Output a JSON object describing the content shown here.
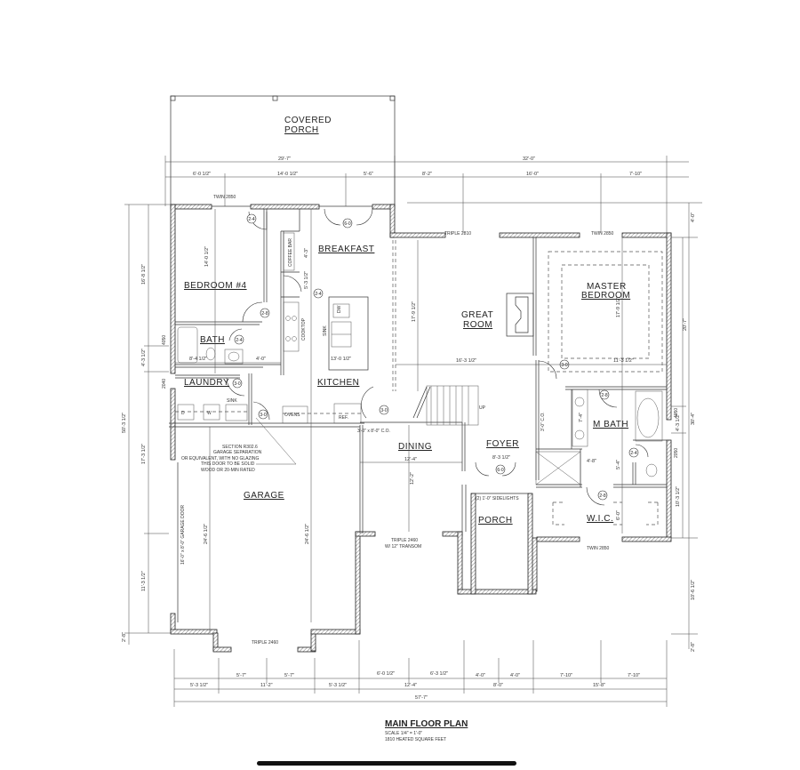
{
  "plan": {
    "title": "MAIN FLOOR PLAN",
    "scale": "SCALE 1/4\" = 1'-0\"",
    "area": "1810 HEATED SQUARE FEET"
  },
  "rooms": {
    "covered_porch_1": "COVERED",
    "covered_porch_2": "PORCH",
    "breakfast": "BREAKFAST",
    "bedroom4": "BEDROOM #4",
    "bath": "BATH",
    "laundry": "LAUNDRY",
    "kitchen": "KITCHEN",
    "great_room_1": "GREAT",
    "great_room_2": "ROOM",
    "master_1": "MASTER",
    "master_2": "BEDROOM",
    "m_bath": "M BATH",
    "dining": "DINING",
    "foyer": "FOYER",
    "porch": "PORCH",
    "wic": "W.I.C.",
    "garage": "GARAGE"
  },
  "fixtures": {
    "coffee_bar": "COFFEE BAR",
    "sink": "SINK",
    "dw": "DW",
    "cooktop": "COOKTOP",
    "ovens": "OVENS",
    "ref": "REF.",
    "laundry_sink": "SINK",
    "washer": "W",
    "dryer": "D"
  },
  "windows": {
    "w_bed4": "TWIN 2850",
    "w_great": "TRIPLE 2810",
    "w_master": "TWIN 2850",
    "w_dining_1": "TRIPLE 2460",
    "w_dining_2": "W/ 12\" TRANSOM",
    "w_wic": "TWIN 2850",
    "w_garage": "TRIPLE 2460",
    "w_left_1": "4050",
    "w_left_2": "2040",
    "w_right_1": "4050",
    "w_right_2": "2050"
  },
  "notes": {
    "garage_sep_1": "SECTION R302.6",
    "garage_sep_2": "GARAGE SEPARATION",
    "garage_sep_3": "OR EQUIVALENT, WITH NO GLAZING",
    "garage_sep_4": "THIS DOOR TO BE SOLID",
    "garage_sep_5": "WOOD OR 20-MIN RATED",
    "garage_door": "16'-0\" x 8'-0\" GARAGE DOOR",
    "co_opening": "3'-0\" x 8'-0\" C.O.",
    "sidelights": "(2) 1'-0\" SIDELIGHTS",
    "co_bath": "3'-0\" C.O.",
    "stair_up": "UP"
  },
  "door_tags": [
    "2-4",
    "6-0",
    "2-4",
    "2-8",
    "2-4",
    "3-0",
    "3-0",
    "3-0",
    "6-0",
    "3-0",
    "2-8",
    "2-4",
    "2-8"
  ],
  "dimensions": {
    "top": {
      "porch_total": "29'-7\"",
      "seg1": "6'-0 1/2\"",
      "seg2": "14'-0 1/2\"",
      "seg3": "5'-6\"",
      "right_total": "32'-0\"",
      "seg4": "8'-2\"",
      "seg5": "16'-0\"",
      "seg6": "7'-10\""
    },
    "bottom": {
      "b1": "5'-3 1/2\"",
      "b2": "5'-7\"",
      "b3": "5'-7\"",
      "b4": "5'-3 1/2\"",
      "b5": "6'-0 1/2\"",
      "b6": "6'-3 1/2\"",
      "b7": "4'-0\"",
      "b8": "4'-0\"",
      "b9": "7'-10\"",
      "b10": "7'-10\"",
      "g1": "11'-2\"",
      "g2": "12'-4\"",
      "g3": "8'-0\"",
      "g4": "15'-8\"",
      "overall": "57'-7\""
    },
    "left": {
      "l1": "16'-8 1/2\"",
      "l2": "4'-3 1/2\"",
      "l3": "17'-3 1/2\"",
      "l4": "11'-3 1/2\"",
      "l5": "2'-8\"",
      "overall": "50'-3 1/2\""
    },
    "right": {
      "r1": "4'-0\"",
      "r2": "20'-7\"",
      "r3": "4'-3 1/2\"",
      "r4": "10'-3 1/2\"",
      "r5": "10'-6 1/2\"",
      "r6": "2'-8\"",
      "overall": "30'-4\""
    },
    "rooms": {
      "bed4_h": "14'-0 1/2\"",
      "bath_w": "8'-4 1/2\"",
      "hall_w": "4'-0\"",
      "coffee_h": "4'-3\"",
      "pantry_h": "5'-3 1/2\"",
      "kitchen_island": "13'-0 1/2\"",
      "great_w": "16'-3 1/2\"",
      "great_h": "17'-9 1/2\"",
      "master_w": "11'-3 1/2\"",
      "master_h": "17'-9 1/2\"",
      "dining_w": "12'-4\"",
      "dining_h": "12'-2\"",
      "foyer_w": "8'-3 1/2\"",
      "garage_1": "24'-6 1/2\"",
      "garage_2": "24'-6 1/2\"",
      "mbath_1": "7'-4\"",
      "mbath_2": "5'-4\"",
      "wic_1": "6'-0\"",
      "shower": "4'-8\""
    }
  }
}
